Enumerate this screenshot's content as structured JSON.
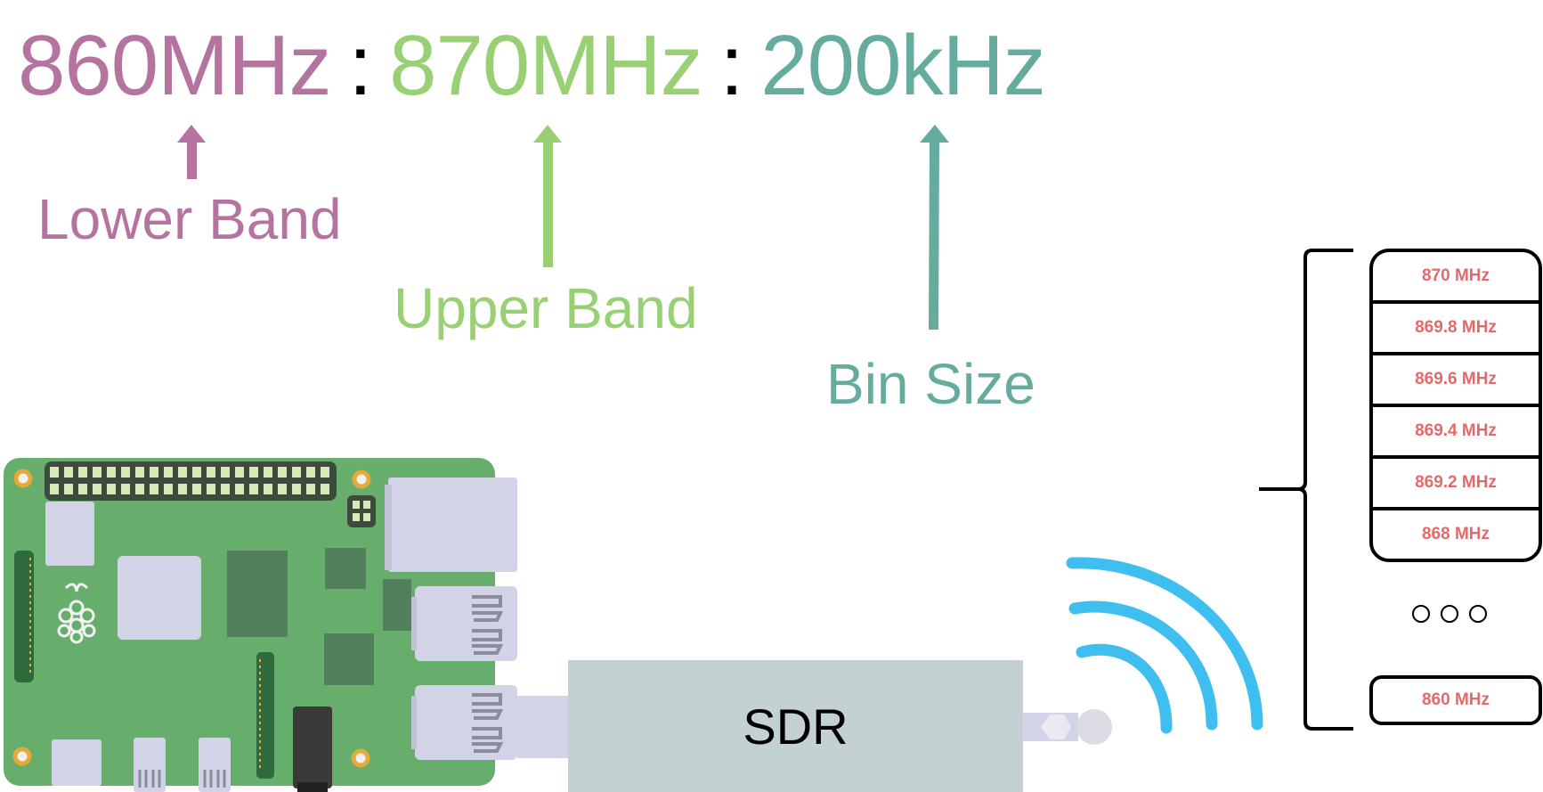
{
  "headline": {
    "lower_value": "860MHz",
    "sep1": ":",
    "upper_value": "870MHz",
    "sep2": ":",
    "bin_value": "200kHz"
  },
  "labels": {
    "lower": "Lower Band",
    "upper": "Upper Band",
    "bin": "Bin Size"
  },
  "sdr": {
    "label": "SDR"
  },
  "bins": [
    "870 MHz",
    "869.8 MHz",
    "869.6 MHz",
    "869.4 MHz",
    "869.2 MHz",
    "868 MHz"
  ],
  "last_bin": "860 MHz",
  "colors": {
    "lower": "#b5739f",
    "upper": "#99d074",
    "bin": "#66ac9e",
    "bin_text": "#e26a6a",
    "wifi": "#3fbff0",
    "board": "#67ad6c",
    "sdr_box": "#c4d1d3"
  },
  "icons": [
    "raspberry-pi-board",
    "raspberry-logo-icon",
    "wifi-signal-icon",
    "antenna-connector-icon",
    "curly-brace-icon"
  ]
}
